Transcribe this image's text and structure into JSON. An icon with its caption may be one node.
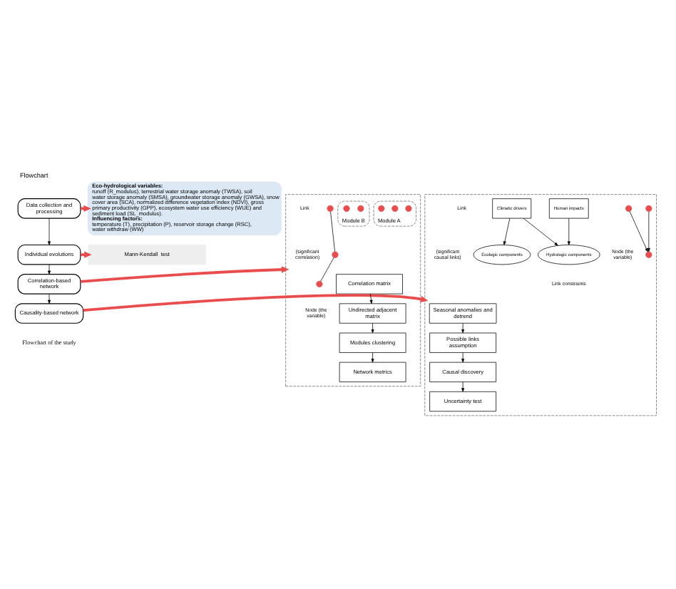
{
  "diagram": {
    "title": "Flowchart",
    "caption": "Flowchart of the study",
    "nodes": [
      {
        "text": [
          "Data collection and processing"
        ]
      },
      {
        "text": [
          "Individual evolutions"
        ]
      },
      {
        "text": [
          "Correlation-based network"
        ]
      },
      {
        "text": [
          "Causality-based network"
        ]
      },
      {
        "text": [
          "Eco-hydrological variables:",
          "runoff (R_modulus), terrestrial water storage anomaly (TWSA), soil water storage anomaly (SMSA), groundwater storage anomaly (GWSA), snow cover area (SCA), normalized difference vegetation index (NDVI), gross primary productivity (GPP), ecosystem water use efficiency (WUE) and sediment load (SL_modulus).",
          "Influencing factors:",
          "temperature (T), precipitation (P), reservoir storage change (RSC), water withdraw (WW)"
        ]
      },
      {
        "text": [
          "Mann-Kendall  test"
        ]
      },
      {
        "text": [],
        "shape": "box"
      },
      {
        "text": [
          "Correlation matrix"
        ],
        "in": 6
      },
      {
        "text": [
          "Undirected adjacent matrix"
        ],
        "in": 6
      },
      {
        "text": [
          "Modules clustering"
        ],
        "in": 6
      },
      {
        "text": [
          "Network metrics"
        ],
        "in": 6
      },
      {
        "text": [],
        "shape": "circle",
        "in": 6
      },
      {
        "text": [],
        "shape": "circle",
        "in": 6
      },
      {
        "text": [],
        "shape": "circle",
        "in": 6
      },
      {
        "text": [
          "Module A"
        ],
        "in": 6
      },
      {
        "text": [],
        "shape": "circle",
        "in": 14
      },
      {
        "text": [],
        "shape": "circle",
        "in": 14
      },
      {
        "text": [],
        "shape": "circle",
        "in": 14
      },
      {
        "text": [
          "Module B"
        ],
        "in": 6
      },
      {
        "text": [],
        "shape": "circle",
        "in": 18
      },
      {
        "text": [],
        "shape": "circle",
        "in": 18
      },
      {
        "text": [],
        "shape": "box"
      },
      {
        "text": [
          "Seasonal anomalies and detrend"
        ],
        "in": 21
      },
      {
        "text": [
          "Possible links assumption"
        ],
        "in": 21
      },
      {
        "text": [
          "Causal discovery"
        ],
        "in": 21
      },
      {
        "text": [
          "Uncertainty test"
        ],
        "in": 21
      },
      {
        "text": [],
        "shape": "circle",
        "in": 21
      },
      {
        "text": [],
        "shape": "circle",
        "in": 21
      },
      {
        "text": [],
        "shape": "circle",
        "in": 21
      },
      {
        "text": [
          "Human impacts"
        ],
        "in": 21
      },
      {
        "text": [
          "Climatic drivers"
        ],
        "in": 21
      },
      {
        "text": [
          "Hydrologic components"
        ],
        "in": 21
      },
      {
        "text": [
          "Ecologic components"
        ],
        "in": 21
      }
    ],
    "edges": [
      {
        "from": 0,
        "to": 1,
        "arrow": "to"
      },
      {
        "from": 1,
        "to": 2,
        "arrow": "to"
      },
      {
        "from": 2,
        "to": 3,
        "arrow": "to"
      },
      {
        "from": 0,
        "to": 4,
        "arrow": "to",
        "style": "thick",
        "color": "#e84c4c"
      },
      {
        "from": 1,
        "to": 5,
        "arrow": "to",
        "style": "thick",
        "color": "#e84c4c"
      },
      {
        "from": 2,
        "to": 6,
        "arrow": "to",
        "style": "thick",
        "color": "#e84c4c"
      },
      {
        "from": 3,
        "to": 21,
        "arrow": "to",
        "style": "thick",
        "color": "#e84c4c"
      },
      {
        "from": 7,
        "to": 8,
        "arrow": "to"
      },
      {
        "from": 8,
        "to": 9,
        "arrow": "to"
      },
      {
        "from": 9,
        "to": 10,
        "arrow": "to"
      },
      {
        "from": 11,
        "to": 12,
        "arrow": "none"
      },
      {
        "from": 12,
        "to": 13,
        "arrow": "none"
      },
      {
        "from": 22,
        "to": 23,
        "arrow": "to"
      },
      {
        "from": 23,
        "to": 24,
        "arrow": "to"
      },
      {
        "from": 24,
        "to": 25,
        "arrow": "to"
      },
      {
        "from": 26,
        "to": 27,
        "arrow": "to"
      },
      {
        "from": 28,
        "to": 27,
        "arrow": "to"
      },
      {
        "from": 29,
        "to": 31,
        "arrow": "to"
      },
      {
        "from": 30,
        "to": 31,
        "arrow": "to"
      },
      {
        "from": 30,
        "to": 32,
        "arrow": "to"
      }
    ],
    "labels": [
      "Link",
      "(significant correlation)",
      "Node (the variable)",
      "Link",
      "(significant causal links)",
      "Node (the variable)",
      "Link constraints"
    ]
  }
}
